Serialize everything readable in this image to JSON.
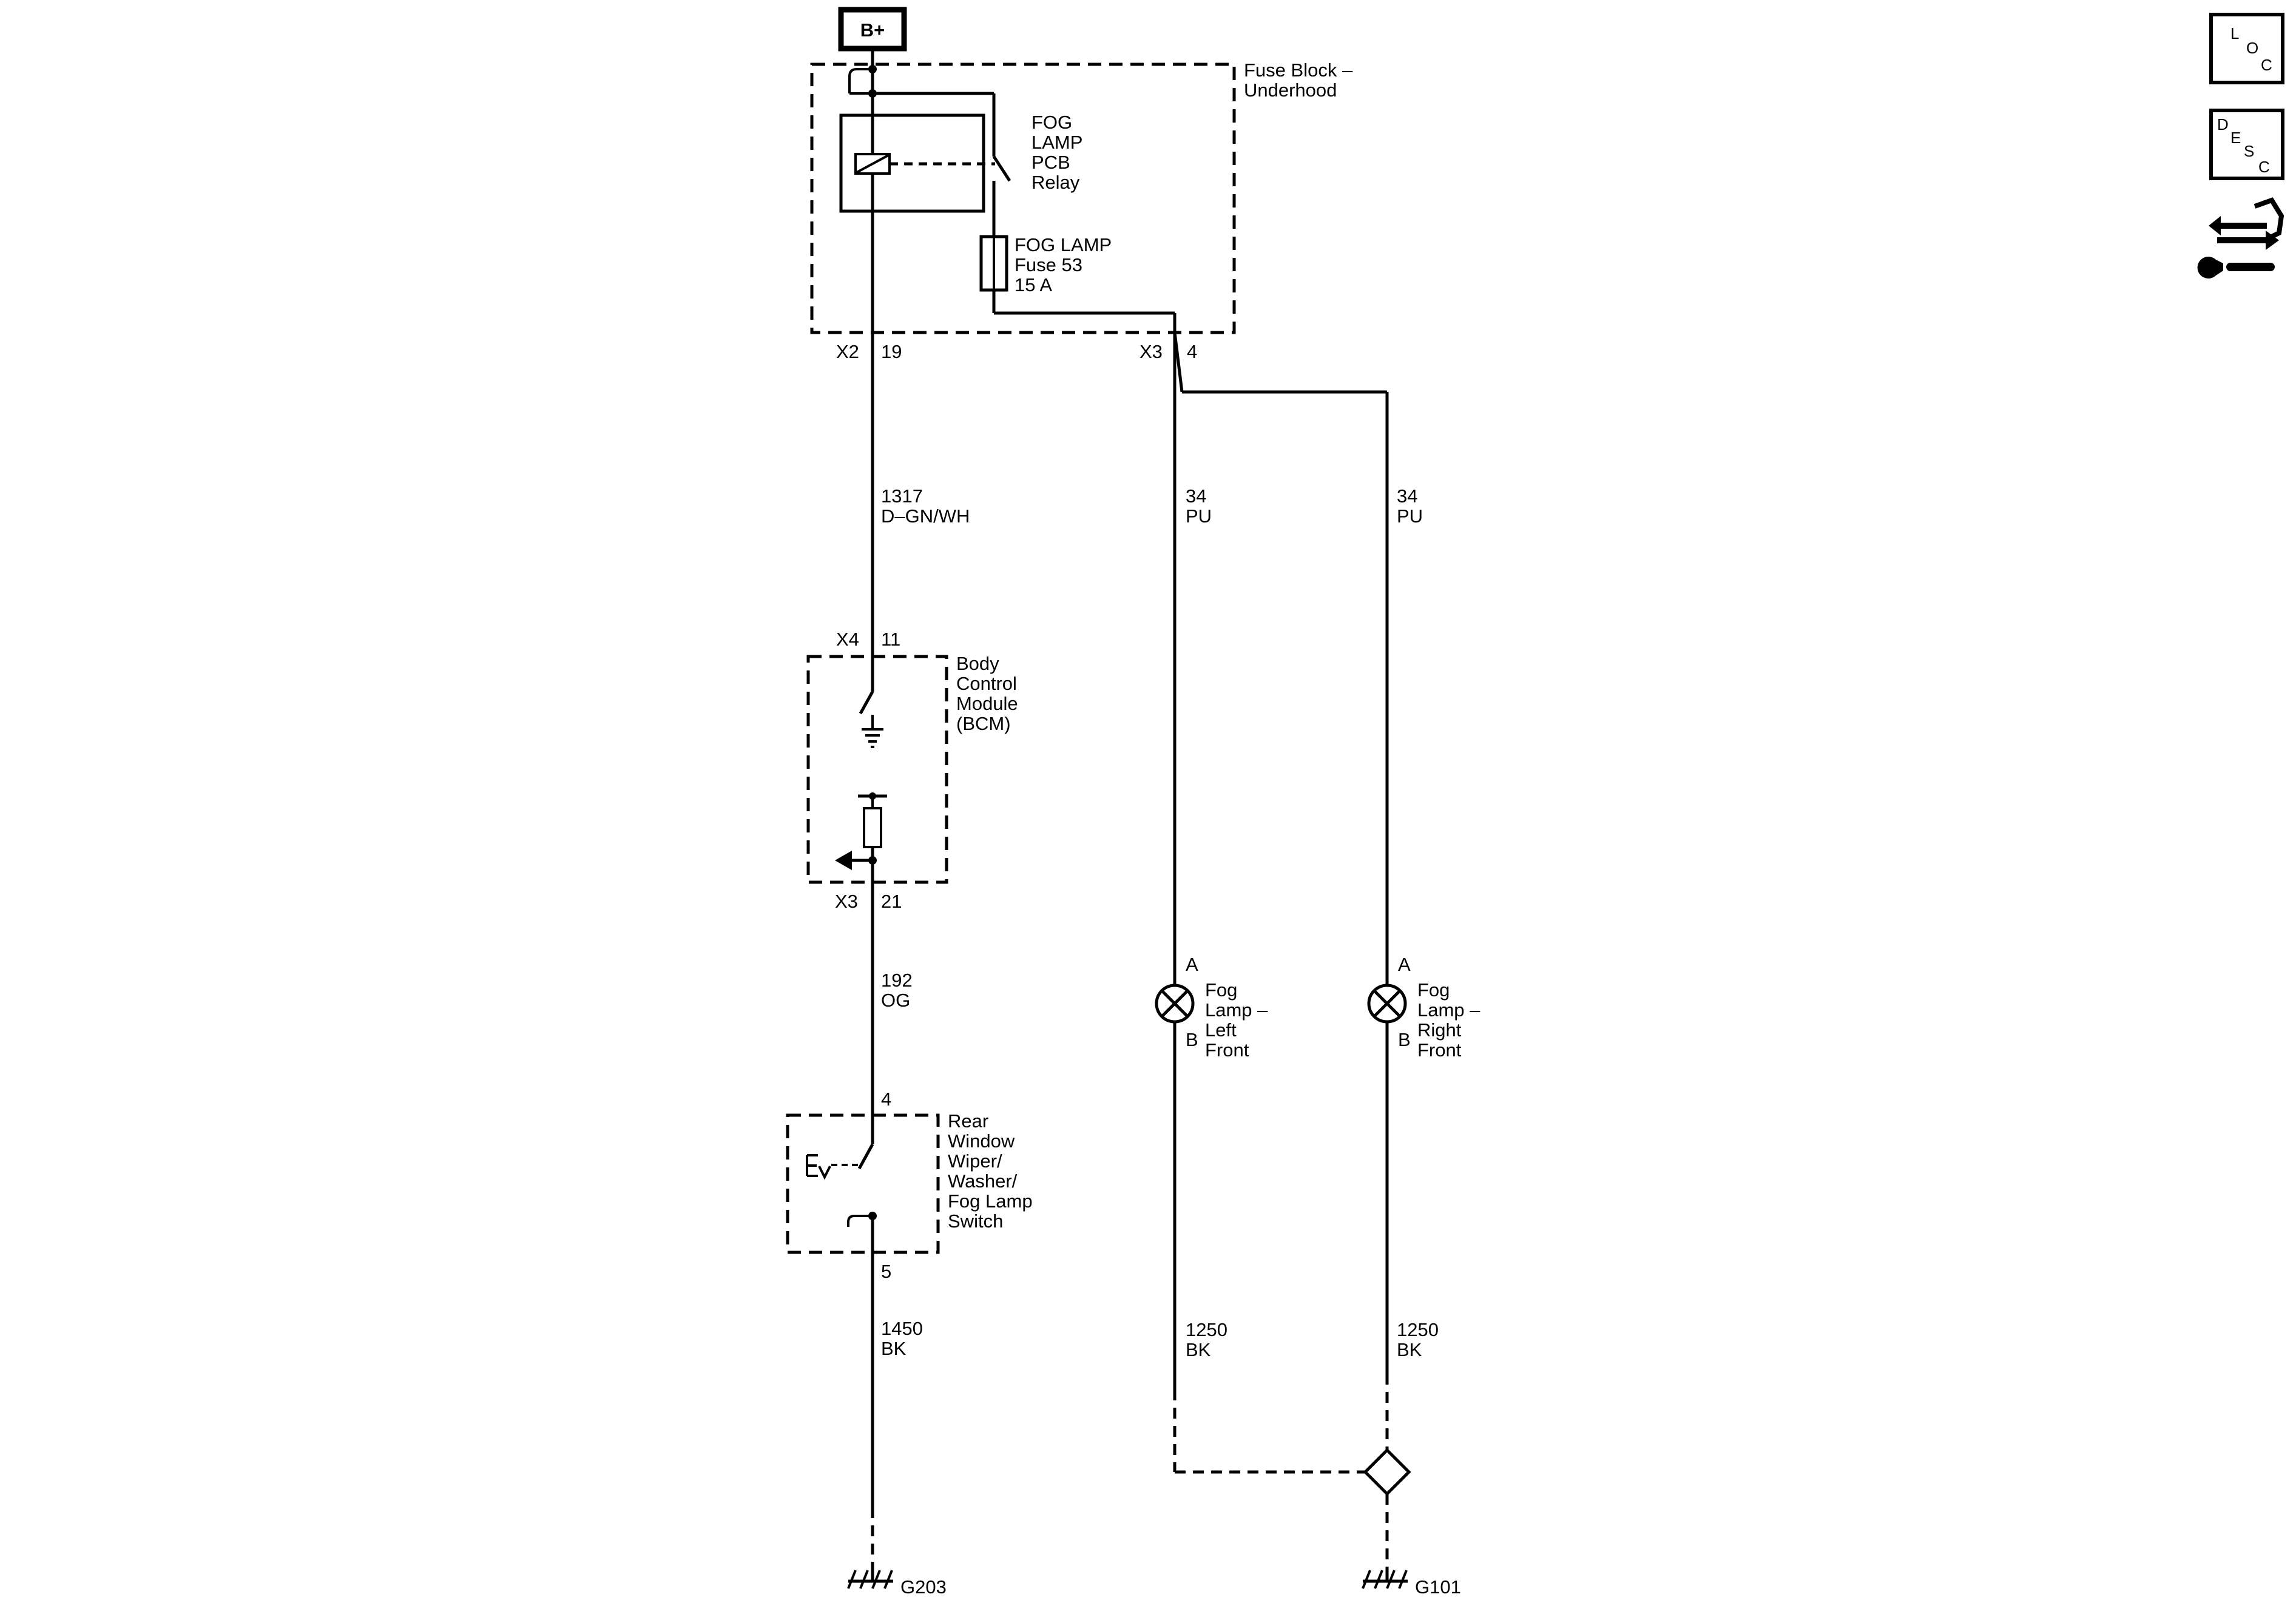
{
  "power": {
    "label": "B+"
  },
  "fuse_block": {
    "title": "Fuse Block –",
    "title2": "Underhood",
    "relay_l1": "FOG",
    "relay_l2": "LAMP",
    "relay_l3": "PCB",
    "relay_l4": "Relay",
    "fuse_l1": "FOG LAMP",
    "fuse_l2": "Fuse 53",
    "fuse_l3": "15 A",
    "conn_left": "X2",
    "pin_left": "19",
    "conn_right": "X3",
    "pin_right": "4"
  },
  "wires": {
    "w1317_num": "1317",
    "w1317_color": "D–GN/WH",
    "w34l_num": "34",
    "w34l_color": "PU",
    "w34r_num": "34",
    "w34r_color": "PU",
    "w192_num": "192",
    "w192_color": "OG",
    "w1450_num": "1450",
    "w1450_color": "BK",
    "w1250l_num": "1250",
    "w1250l_color": "BK",
    "w1250r_num": "1250",
    "w1250r_color": "BK"
  },
  "bcm": {
    "l1": "Body",
    "l2": "Control",
    "l3": "Module",
    "l4": "(BCM)",
    "conn_top": "X4",
    "pin_top": "11",
    "conn_bottom": "X3",
    "pin_bottom": "21"
  },
  "switch": {
    "l1": "Rear",
    "l2": "Window",
    "l3": "Wiper/",
    "l4": "Washer/",
    "l5": "Fog Lamp",
    "l6": "Switch",
    "pin_top": "4",
    "pin_bottom": "5"
  },
  "fog_left": {
    "pin_a": "A",
    "pin_b": "B",
    "l1": "Fog",
    "l2": "Lamp –",
    "l3": "Left",
    "l4": "Front"
  },
  "fog_right": {
    "pin_a": "A",
    "pin_b": "B",
    "l1": "Fog",
    "l2": "Lamp –",
    "l3": "Right",
    "l4": "Front"
  },
  "grounds": {
    "left": "G203",
    "right": "G101"
  },
  "side_icons": {
    "loc": {
      "l1": "L",
      "l2": "O",
      "l3": "C"
    },
    "desc": {
      "l1": "D",
      "l2": "E",
      "l3": "S",
      "l4": "C"
    },
    "tools": "tools-icon"
  }
}
